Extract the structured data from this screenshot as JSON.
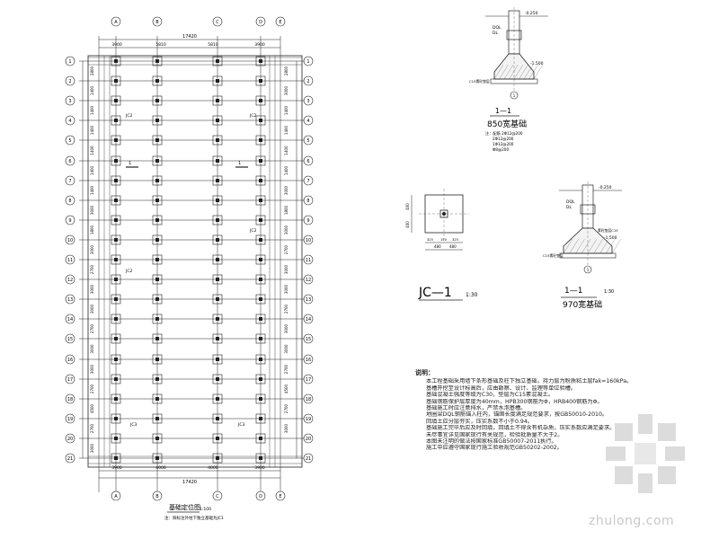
{
  "plan": {
    "title": "基础定位图",
    "scale": "1:100",
    "note": "注：除标注外柱下独立基础为JC1",
    "total_width": "17420",
    "top_dims": [
      "3900",
      "5810",
      "5810",
      "3900"
    ],
    "bottom_dims": [
      "3900",
      "4000",
      "4000",
      "3900"
    ],
    "left_axes": [
      "1",
      "2",
      "3",
      "4",
      "5",
      "6",
      "7",
      "8",
      "9",
      "10",
      "11",
      "12",
      "13",
      "14",
      "15",
      "16",
      "17",
      "18",
      "19",
      "20",
      "21"
    ],
    "right_axes": [
      "1",
      "2",
      "3",
      "4",
      "5",
      "6",
      "7",
      "8",
      "9",
      "10",
      "11",
      "12",
      "13",
      "14",
      "15",
      "16",
      "17",
      "18",
      "19",
      "20",
      "21"
    ],
    "top_axes": [
      "A",
      "B",
      "C",
      "D",
      "E"
    ],
    "bottom_axes": [
      "A",
      "B",
      "C",
      "D",
      "E"
    ],
    "left_dims": [
      "2800",
      "1400",
      "1400",
      "1400",
      "1400",
      "1400",
      "1400",
      "3000",
      "1800",
      "3000",
      "2700",
      "3000",
      "3000",
      "2700",
      "3000",
      "3000",
      "2700",
      "4500",
      "2700",
      "3000"
    ],
    "right_dims": [
      "2800",
      "3000",
      "1400",
      "1400",
      "1400",
      "1400",
      "3000",
      "1800",
      "3000",
      "2700",
      "3000",
      "3000",
      "2700",
      "3000",
      "3000",
      "2700",
      "4500",
      "2700",
      "3000"
    ],
    "section_mark": "1",
    "labels": [
      "JC2",
      "JC2",
      "JC2",
      "JC2",
      "JC3",
      "JC3"
    ]
  },
  "detail850": {
    "mark": "1",
    "title": "1—1",
    "subtitle": "850宽基础",
    "dql": "DQL",
    "dl": "DL",
    "elev_top": "-0.250",
    "elev_mid": "-1.500",
    "note_a": "注：配筋 2Φ12@200",
    "note_b": "2Φ12@200",
    "note_c": "1Φ12@200",
    "note_d": "Φ8@200",
    "label_left": "C15素砼垫层"
  },
  "jc1": {
    "title": "JC—1",
    "scale": "1:30",
    "dims_bottom": [
      "480",
      "480"
    ],
    "dims_inner": [
      "325",
      "150",
      "325"
    ],
    "dims_left": [
      "400",
      "400"
    ]
  },
  "detail970": {
    "mark": "1",
    "title": "1—1",
    "scale": "1:30",
    "subtitle": "970宽基础",
    "dql": "DQL",
    "dl": "DL",
    "elev_top": "-0.250",
    "elev_mid": "-1.500",
    "label_left": "C15素砼垫层",
    "label_right": "素砼垫层C15"
  },
  "notes": {
    "title": "说明：",
    "items": [
      "本工程基础采用墙下条形基础及柱下独立基础，持力层为粉质粘土层fak=160kPa。",
      "基槽开挖至设计标高后，应由勘察、设计、监理等单位验槽。",
      "基础混凝土强度等级为C30，垫层为C15素混凝土。",
      "基础钢筋保护层厚度为40mm，HPB300钢筋为Φ，HRB400钢筋为Φ。",
      "基础施工时应注意排水，严禁水泡基槽。",
      "地圈梁DQL钢筋锚入柱内，锚固长度满足规范要求，按GB50010-2010。",
      "回填土应分层夯实，压实系数不小于0.94。",
      "基础施工完毕后应及时回填，回填土不得含有机杂质，压实系数应满足要求。",
      "未尽事宜详见国家现行有关规范，检验批质量不大于2。",
      "本图未注明的做法按国家标准GB50007-2011执行。",
      "施工中应遵守国家现行施工验收规范GB50202-2002。"
    ]
  },
  "watermark": {
    "text": "zhulong.com"
  }
}
